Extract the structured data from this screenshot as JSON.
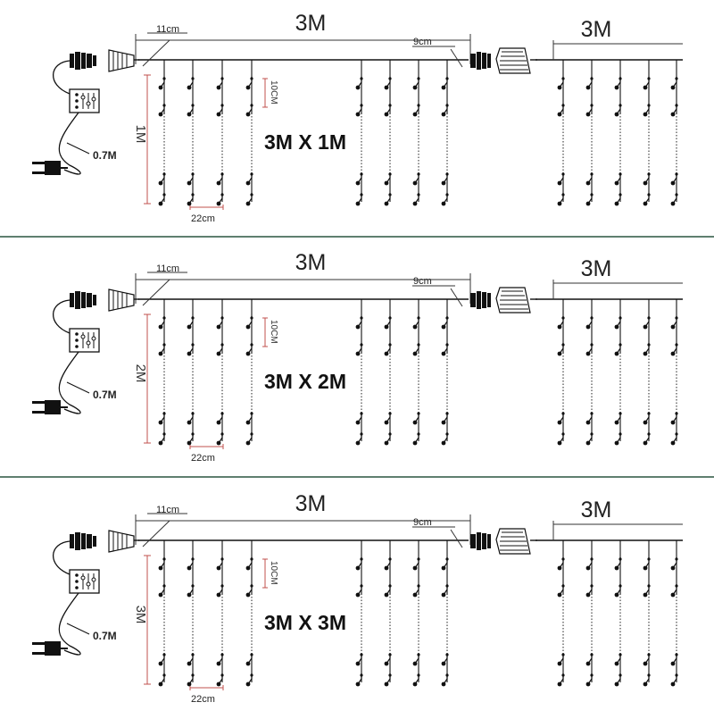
{
  "panels": [
    {
      "title": "3M X 1M",
      "total_width": "3M",
      "right_width": "3M",
      "height_label": "1M",
      "left_gap": "11cm",
      "right_gap": "9cm",
      "drop_spacing": "10CM",
      "strand_spacing": "22cm",
      "cord_length": "0.7M"
    },
    {
      "title": "3M X 2M",
      "total_width": "3M",
      "right_width": "3M",
      "height_label": "2M",
      "left_gap": "11cm",
      "right_gap": "9cm",
      "drop_spacing": "10CM",
      "strand_spacing": "22cm",
      "cord_length": "0.7M"
    },
    {
      "title": "3M X 3M",
      "total_width": "3M",
      "right_width": "3M",
      "height_label": "3M",
      "left_gap": "11cm",
      "right_gap": "9cm",
      "drop_spacing": "10CM",
      "strand_spacing": "22cm",
      "cord_length": "0.7M"
    }
  ],
  "colors": {
    "line": "#111111",
    "dimension": "#c0504d",
    "separator": "#5f7f6f"
  },
  "icon_names": [
    "plug-icon",
    "controller-box-icon",
    "end-connector-icon",
    "led-bulb-icon"
  ]
}
